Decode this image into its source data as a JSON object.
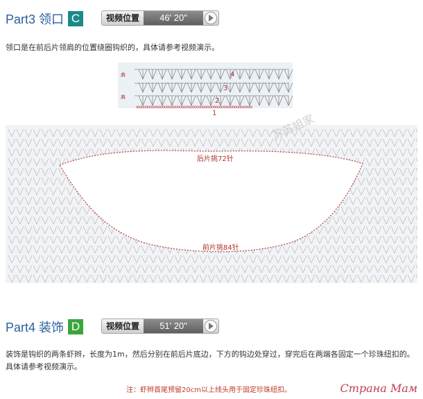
{
  "part3": {
    "title": "Part3 领口",
    "letter": "C",
    "letter_color": "#1a8a8a",
    "video_label": "视频位置",
    "video_time": "46' 20\""
  },
  "part3_desc": "领口是在前后片领肩的位置绕圈钩织的，具体请参考视频演示。",
  "diagram_top": {
    "side_label_a": "肩",
    "side_label_b": "肩",
    "rows": [
      "1",
      "2",
      "3",
      "4"
    ]
  },
  "diagram_main": {
    "back_label": "后片挑72针",
    "front_label": "前片挑84针"
  },
  "part4": {
    "title": "Part4 装饰",
    "letter": "D",
    "letter_color": "#3aa63a",
    "video_label": "视频位置",
    "video_time": "51' 20\""
  },
  "part4_desc": "装饰是钩织的两条虾辫，长度为1m，然后分别在前后片底边，下方的钩边处穿过，穿完后在两端各固定一个珍珠纽扣的。具体请参考视频演示。",
  "note": "注：虾辫首尾预留20cm以上线头用于固定珍珠纽扣。",
  "watermarks": {
    "site": "Страна Мам",
    "center": "苏苏姐家"
  }
}
